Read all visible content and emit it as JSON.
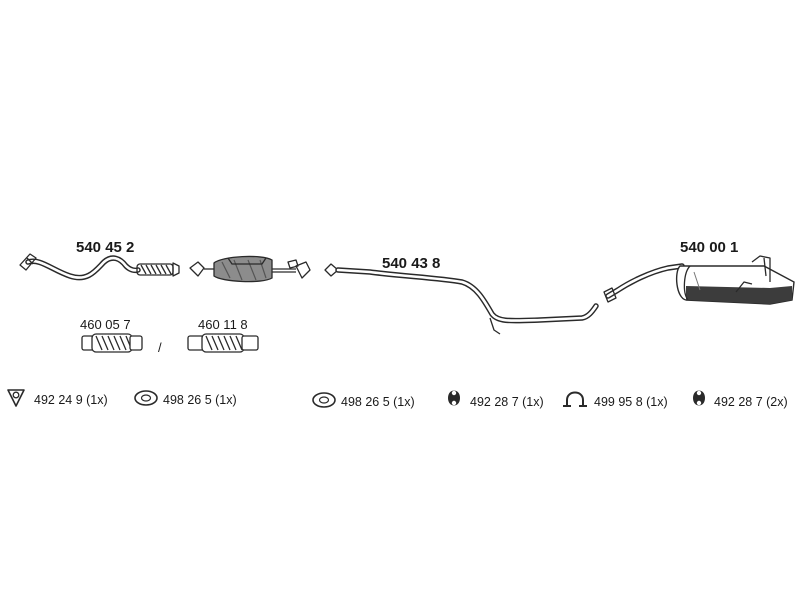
{
  "parts": {
    "front_pipe": {
      "number": "540 45 2"
    },
    "middle_pipe": {
      "number": "540 43 8"
    },
    "rear_silencer": {
      "number": "540 00 1"
    }
  },
  "flex_pipes": {
    "option_a": {
      "number": "460 05 7"
    },
    "separator": "/",
    "option_b": {
      "number": "460 11 8"
    }
  },
  "accessories": [
    {
      "number": "492 24 9 (1x)",
      "icon": "triangle-gasket-icon"
    },
    {
      "number": "498 26 5 (1x)",
      "icon": "oval-gasket-icon"
    },
    {
      "number": "498 26 5 (1x)",
      "icon": "oval-gasket-icon"
    },
    {
      "number": "492 28 7 (1x)",
      "icon": "rubber-mount-icon"
    },
    {
      "number": "499 95 8 (1x)",
      "icon": "clamp-icon"
    },
    {
      "number": "492 28 7 (2x)",
      "icon": "rubber-mount-icon"
    }
  ],
  "colors": {
    "ink": "#2a2a2a",
    "shade": "#8c8c8c",
    "dark": "#3c3c3c",
    "background": "#ffffff"
  }
}
